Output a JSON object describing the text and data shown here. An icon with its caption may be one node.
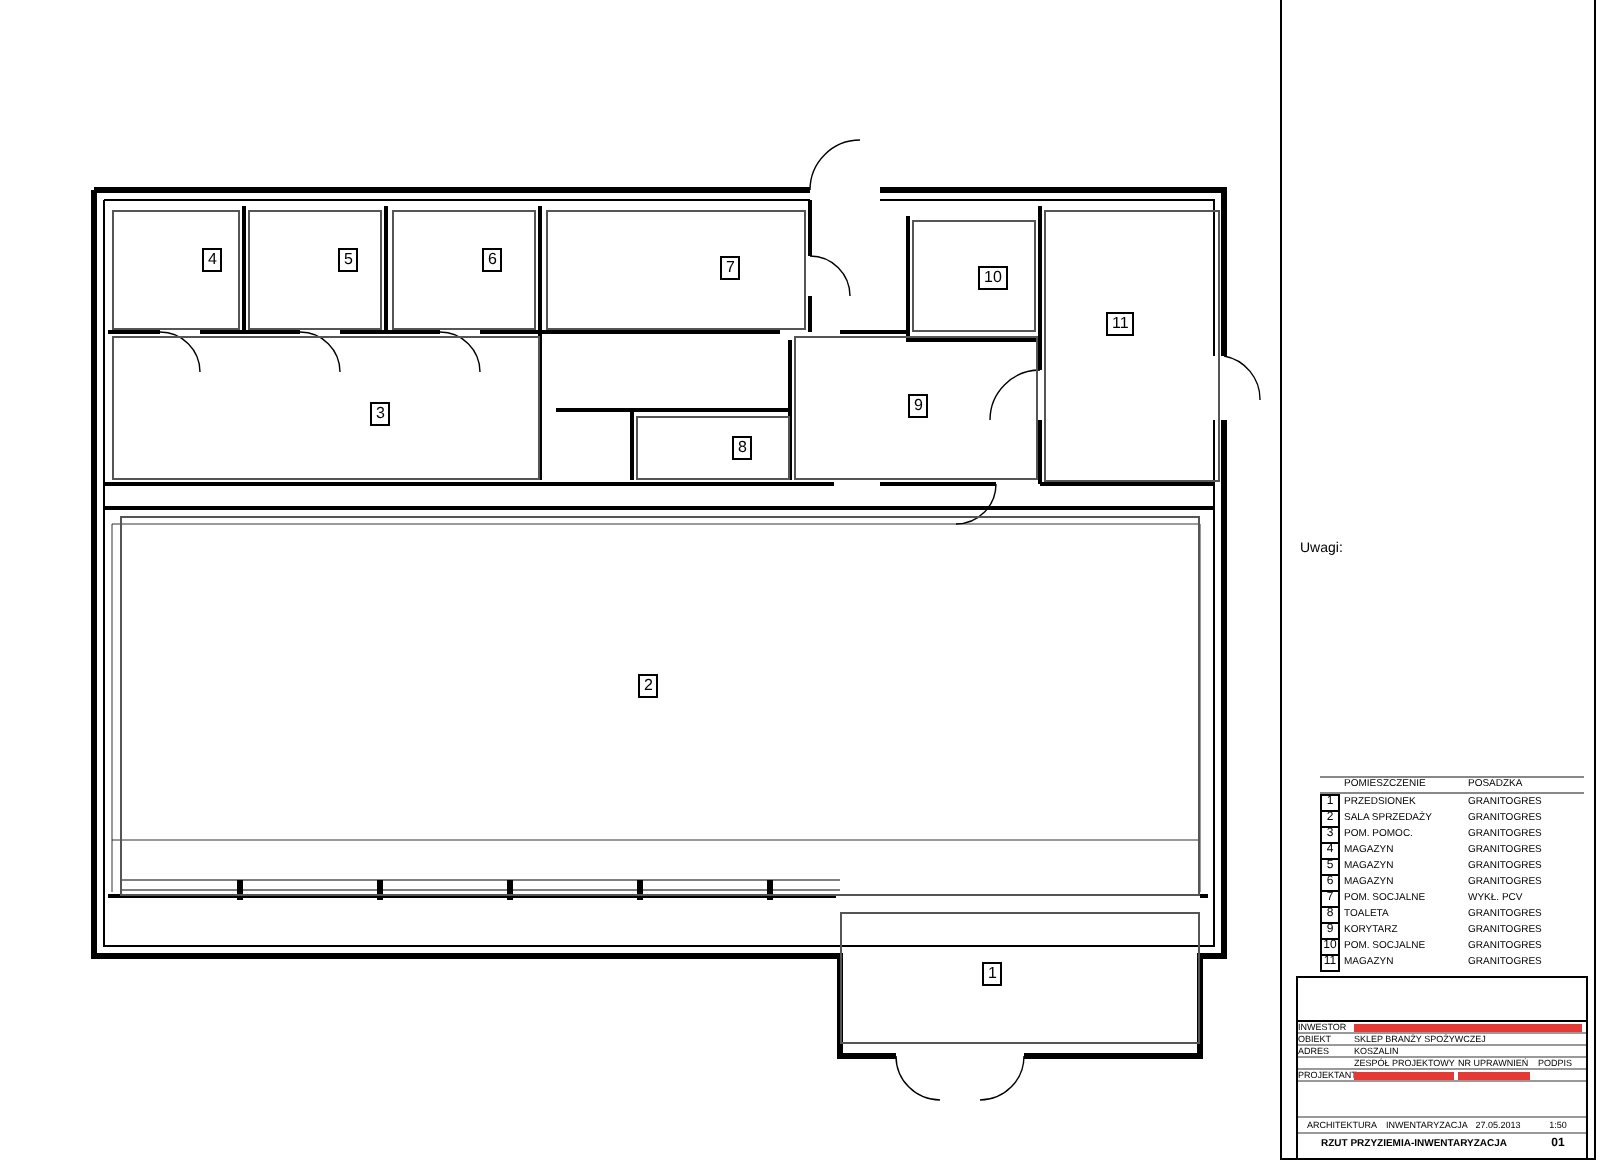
{
  "diagram": {
    "nodes": [
      {
        "text": [
          "4"
        ]
      },
      {
        "text": [
          "5"
        ]
      },
      {
        "text": [
          "6"
        ]
      },
      {
        "text": [
          "7"
        ]
      },
      {
        "text": [
          "10"
        ]
      },
      {
        "text": [
          "11"
        ]
      },
      {
        "text": [
          "3"
        ]
      },
      {
        "text": [
          "8"
        ]
      },
      {
        "text": [
          "9"
        ]
      },
      {
        "text": [
          "2"
        ]
      },
      {
        "text": [
          "1"
        ]
      }
    ],
    "edges": [],
    "labels": [
      "Uwagi:",
      "POMIESZCZENIE",
      "POSADZKA",
      "1",
      "PRZEDSIONEK",
      "GRANITOGRES",
      "2",
      "SALA SPRZEDAŻY",
      "GRANITOGRES",
      "3",
      "POM. POMOC.",
      "GRANITOGRES",
      "4",
      "MAGAZYN",
      "GRANITOGRES",
      "5",
      "MAGAZYN",
      "GRANITOGRES",
      "6",
      "MAGAZYN",
      "GRANITOGRES",
      "7",
      "POM. SOCJALNE",
      "WYKŁ. PCV",
      "8",
      "TOALETA",
      "GRANITOGRES",
      "9",
      "KORYTARZ",
      "GRANITOGRES",
      "10",
      "POM. SOCJALNE",
      "GRANITOGRES",
      "11",
      "MAGAZYN",
      "GRANITOGRES",
      "INWESTOR",
      "OBIEKT",
      "SKLEP BRANŻY SPOŻYWCZEJ",
      "ADRES",
      "KOSZALIN",
      "ZESPÓŁ PROJEKTOWY",
      "PROJEKTANT",
      "NR UPRAWNIEŃ",
      "PODPIS",
      "ARCHITEKTURA",
      "INWENTARYZACJA",
      "27.05.2013",
      "1:50",
      "RZUT PRZYZIEMIA-INWENTARYZACJA",
      "01"
    ]
  }
}
